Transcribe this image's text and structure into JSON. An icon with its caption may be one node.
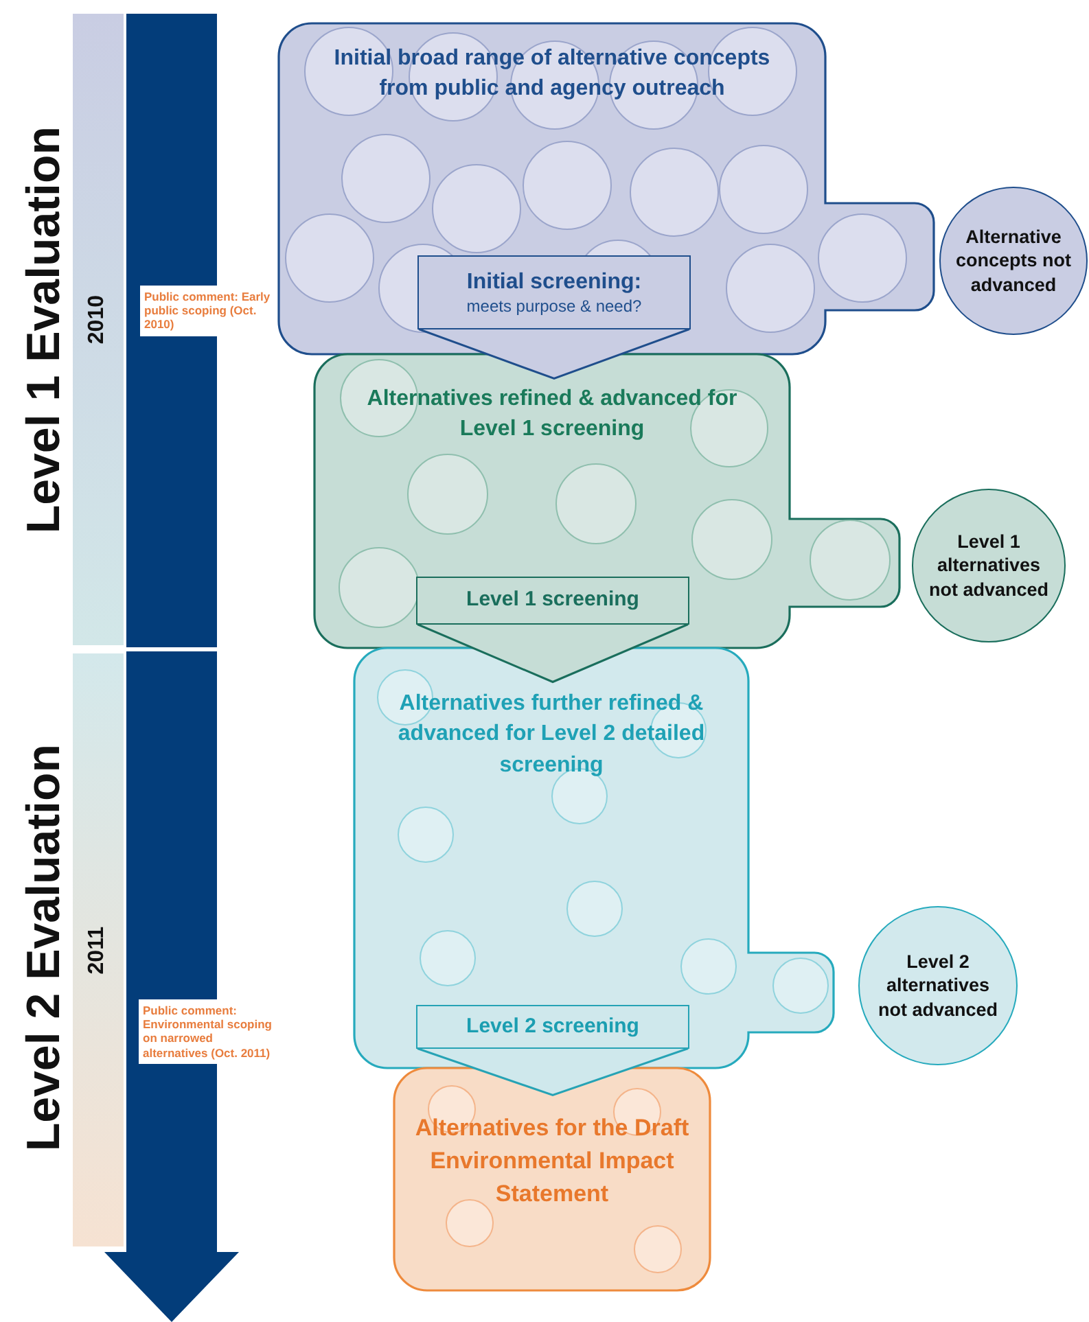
{
  "diagram": {
    "nodes": [
      {
        "text": [
          "Initial broad range of alternative concepts from public and agency outreach"
        ]
      },
      {
        "text": [
          "Initial screening:",
          "meets purpose & need?"
        ],
        "in": 0
      },
      {
        "text": [
          "Alternative concepts not advanced"
        ]
      },
      {
        "text": [
          "Alternatives refined & advanced for Level 1 screening"
        ]
      },
      {
        "text": [
          "Level 1 screening"
        ],
        "in": 3
      },
      {
        "text": [
          "Level 1 alternatives not advanced"
        ]
      },
      {
        "text": [
          "Alternatives further refined & advanced for Level 2 detailed screening"
        ]
      },
      {
        "text": [
          "Level 2 screening"
        ],
        "in": 6
      },
      {
        "text": [
          "Level 2 alternatives not advanced"
        ]
      },
      {
        "text": [
          "Alternatives for the Draft Environmental Impact Statement"
        ]
      }
    ],
    "edges": [
      {
        "from": 1,
        "to": 3,
        "arrow": "to"
      },
      {
        "from": 4,
        "to": 6,
        "arrow": "to"
      },
      {
        "from": 7,
        "to": 9,
        "arrow": "to"
      }
    ],
    "labels": [
      "Level 1 Evaluation",
      "2010",
      "Public comment: Early public scoping (Oct. 2010)",
      "Level 2 Evaluation",
      "2011",
      "Public comment: Environmental scoping on narrowed alternatives (Oct. 2011)"
    ]
  }
}
